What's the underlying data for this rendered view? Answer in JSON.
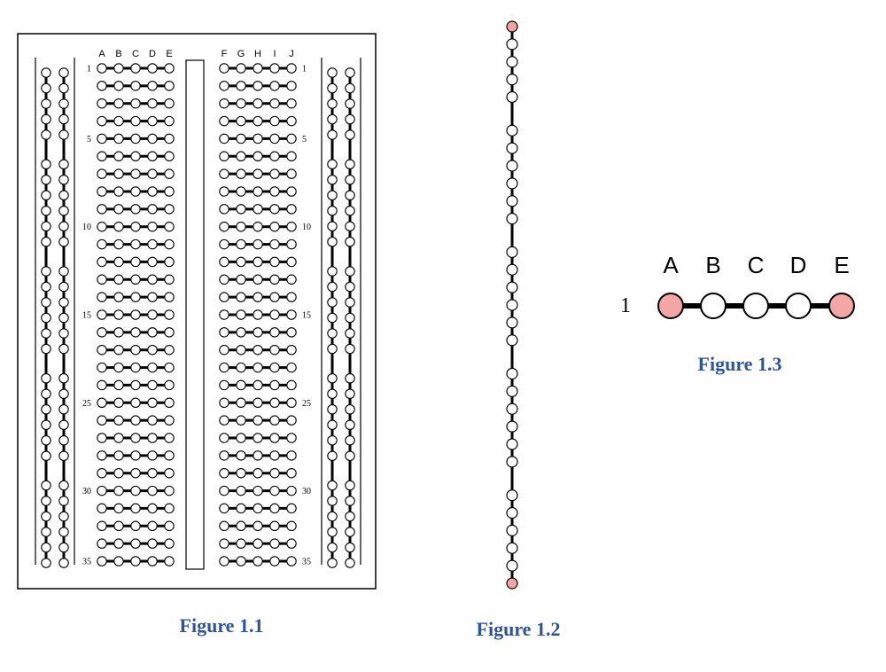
{
  "figure1": {
    "caption": "Figure 1.1",
    "left_columns": [
      "A",
      "B",
      "C",
      "D",
      "E"
    ],
    "right_columns": [
      "F",
      "G",
      "H",
      "I",
      "J"
    ],
    "row_labels": {
      "1": "1",
      "5": "5",
      "10": "10",
      "15": "15",
      "20": "25",
      "25": "30",
      "29": "35"
    },
    "row_count": 29,
    "rail_rows": 29,
    "rail_gaps_after": [
      5,
      11,
      17,
      23
    ]
  },
  "figure2": {
    "caption": "Figure 1.2",
    "hole_count": 29,
    "gaps_after": [
      5,
      11,
      17,
      23
    ],
    "highlighted_holes": [
      1,
      29
    ]
  },
  "figure3": {
    "caption": "Figure 1.3",
    "row_label": "1",
    "columns": [
      "A",
      "B",
      "C",
      "D",
      "E"
    ],
    "highlighted_columns": [
      "A",
      "E"
    ]
  },
  "colors": {
    "highlight": "#f4a6a6",
    "caption": "#2f5597",
    "line": "#000000"
  }
}
